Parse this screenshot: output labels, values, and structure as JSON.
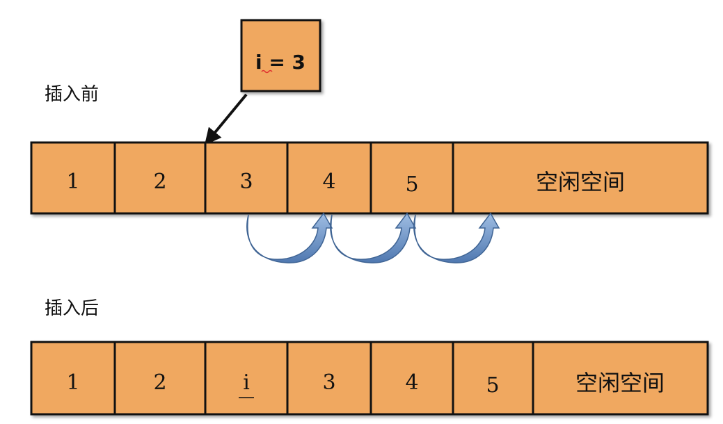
{
  "labels": {
    "before": "插入前",
    "after": "插入后"
  },
  "index_box": "i = 3",
  "before_row": [
    "1",
    "2",
    "3",
    "4",
    "5",
    "空闲空间"
  ],
  "after_row": [
    "1",
    "2",
    "i",
    "3",
    "4",
    "5",
    "空闲空间"
  ],
  "colors": {
    "cell_fill": "#F0A860",
    "cell_stroke": "#111111",
    "shift_arrow": "#6F97C8"
  },
  "shift_arrow_count": 3
}
